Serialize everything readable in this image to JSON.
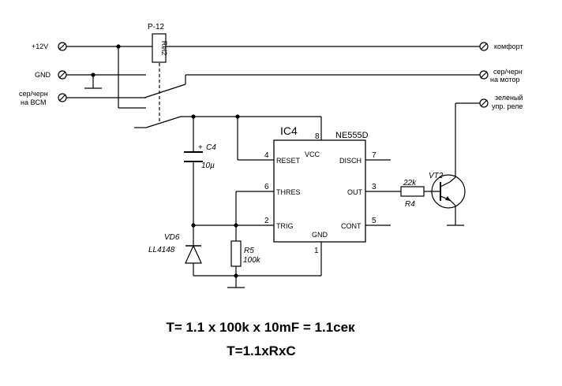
{
  "terminals": {
    "plus12v": "+12V",
    "gnd": "GND",
    "ser_cherna_vsm_1": "сер/черн",
    "ser_cherna_vsm_2": "на BCM",
    "komfort": "комфорт",
    "ser_motor_1": "сер/черн",
    "ser_motor_2": "на мотор",
    "zelenyi_1": "зеленый",
    "zelenyi_2": "упр. реле"
  },
  "relay": {
    "name": "Р-12",
    "body_label": "Rel2"
  },
  "ic": {
    "name": "IC4",
    "part": "NE555D",
    "pins": {
      "vcc_num": "8",
      "vcc": "VCC",
      "reset_num": "4",
      "reset": "RESET",
      "thres_num": "6",
      "thres": "THRES",
      "trig_num": "2",
      "trig": "TRIG",
      "gnd_num": "1",
      "gnd": "GND",
      "disch_num": "7",
      "disch": "DISCH",
      "out_num": "3",
      "out": "OUT",
      "cont_num": "5",
      "cont": "CONT"
    }
  },
  "components": {
    "c4_name": "C4",
    "c4_plus": "+",
    "c4_value": "10µ",
    "vd6_name": "VD6",
    "vd6_value": "LL4148",
    "r5_name": "R5",
    "r5_value": "100k",
    "r4_value": "22k",
    "r4_name": "R4",
    "vt2_name": "VT2"
  },
  "formulas": {
    "line1": "T= 1.1 x 100k x 10mF = 1.1сек",
    "line2": "T=1.1xRxC"
  }
}
